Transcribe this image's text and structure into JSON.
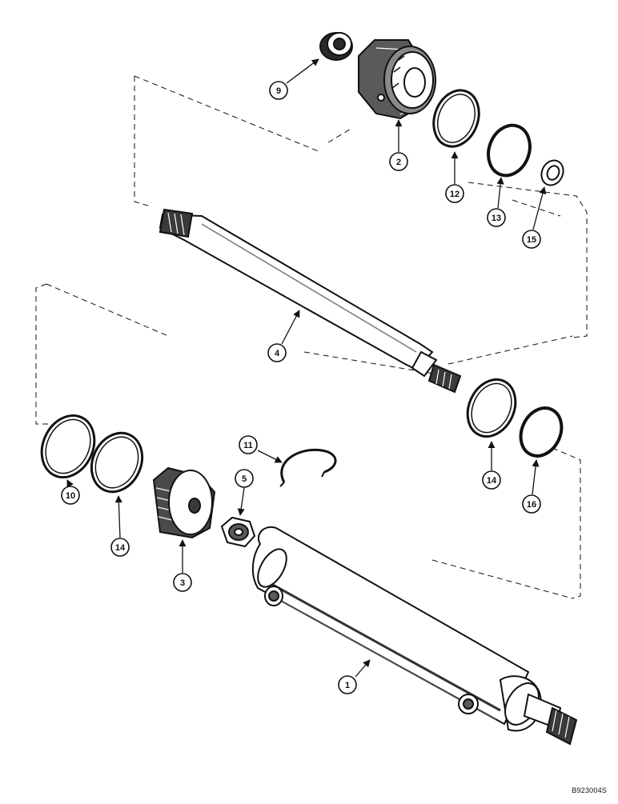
{
  "drawing_id": "B923004S",
  "callouts": [
    {
      "id": "c9",
      "label": "9"
    },
    {
      "id": "c2",
      "label": "2"
    },
    {
      "id": "c12",
      "label": "12"
    },
    {
      "id": "c13",
      "label": "13"
    },
    {
      "id": "c15",
      "label": "15"
    },
    {
      "id": "c4",
      "label": "4"
    },
    {
      "id": "c10",
      "label": "10"
    },
    {
      "id": "c14a",
      "label": "14"
    },
    {
      "id": "c3",
      "label": "3"
    },
    {
      "id": "c5",
      "label": "5"
    },
    {
      "id": "c11",
      "label": "11"
    },
    {
      "id": "c14b",
      "label": "14"
    },
    {
      "id": "c16",
      "label": "16"
    },
    {
      "id": "c1",
      "label": "1"
    }
  ]
}
